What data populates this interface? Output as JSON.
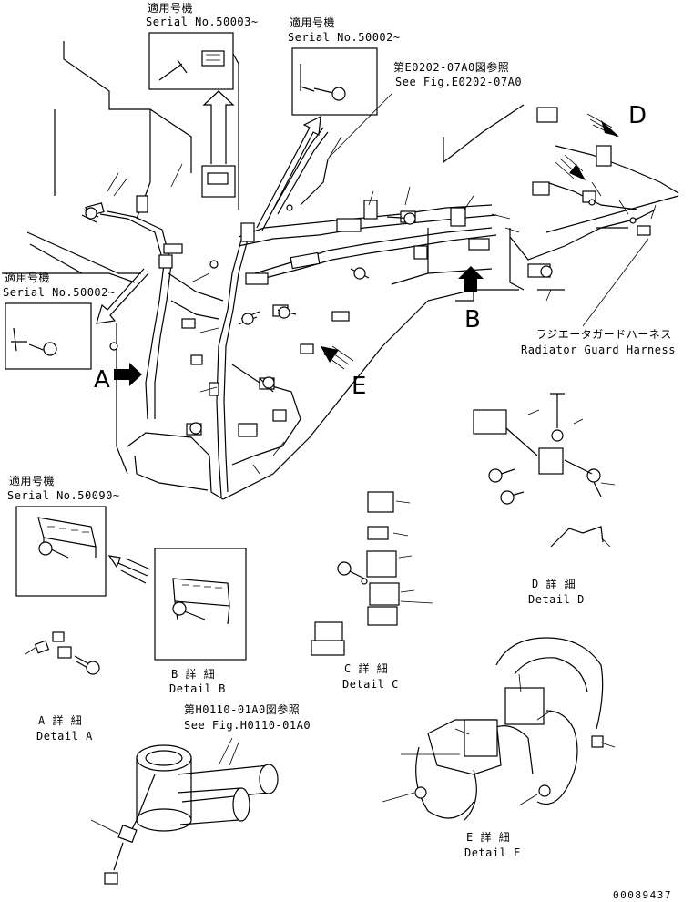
{
  "top_callouts": {
    "serial_50003": {
      "jp": "適用号機",
      "en": "Serial No.50003~"
    },
    "serial_50002_top": {
      "jp": "適用号機",
      "en": "Serial No.50002~"
    },
    "see_fig_e0202": {
      "jp": "第E0202-07A0図参照",
      "en": "See Fig.E0202-07A0"
    }
  },
  "left_callouts": {
    "serial_50002_left": {
      "jp": "適用号機",
      "en": "Serial No.50002~"
    },
    "serial_50090": {
      "jp": "適用号機",
      "en": "Serial No.50090~"
    }
  },
  "radiator_guard": {
    "jp": "ラジエータガードハーネス",
    "en": "Radiator Guard Harness"
  },
  "view_letters": {
    "a": "A",
    "b": "B",
    "d": "D",
    "e": "E"
  },
  "details": {
    "a": {
      "jp": "A 詳 細",
      "en": "Detail A"
    },
    "b": {
      "jp": "B 詳 細",
      "en": "Detail B"
    },
    "c": {
      "jp": "C 詳 細",
      "en": "Detail C"
    },
    "d": {
      "jp": "D 詳 細",
      "en": "Detail D"
    },
    "e": {
      "jp": "E 詳 細",
      "en": "Detail E"
    }
  },
  "see_fig_h0110": {
    "jp": "第H0110-01A0図参照",
    "en": "See Fig.H0110-01A0"
  },
  "drawing_number": "00089437"
}
